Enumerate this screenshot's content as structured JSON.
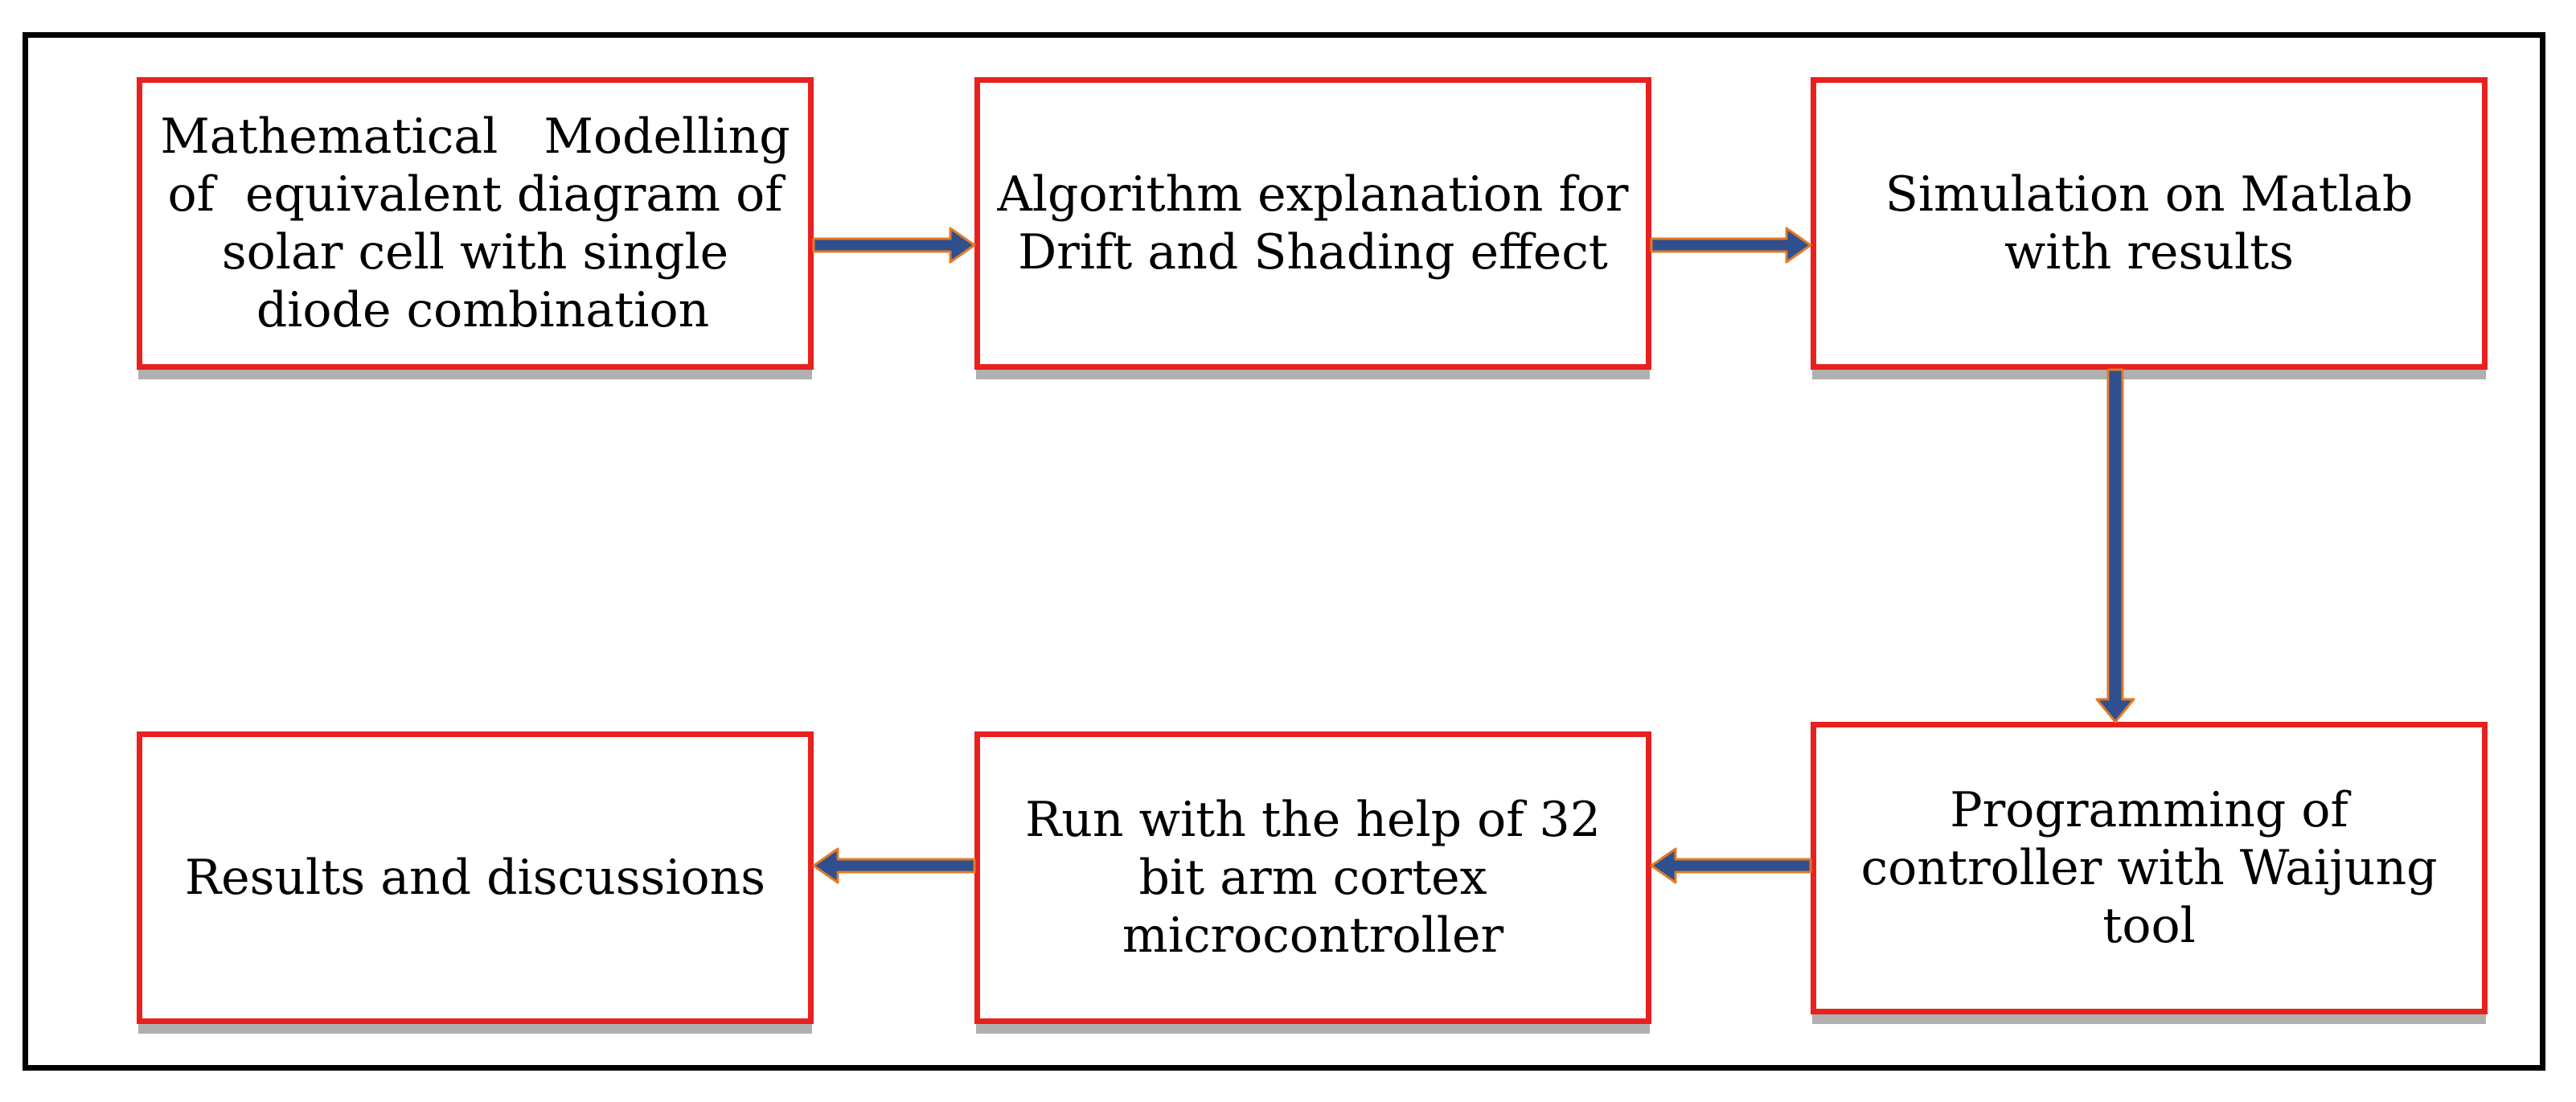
{
  "diagram": {
    "nodes": [
      {
        "id": "b1",
        "lines": [
          "Mathematical   Modelling",
          "of  equivalent diagram of",
          "solar cell with single",
          " diode combination"
        ]
      },
      {
        "id": "b2",
        "lines": [
          "Algorithm explanation for",
          "Drift and Shading effect"
        ]
      },
      {
        "id": "b3",
        "lines": [
          "Simulation on Matlab",
          "with results"
        ]
      },
      {
        "id": "b4",
        "lines": [
          "Programming of",
          "controller with Waijung",
          "tool"
        ]
      },
      {
        "id": "b5",
        "lines": [
          "Run with the help of 32",
          "bit arm cortex",
          "microcontroller"
        ]
      },
      {
        "id": "b6",
        "lines": [
          "Results and discussions"
        ]
      }
    ],
    "edges": [
      {
        "from": "b1",
        "to": "b2"
      },
      {
        "from": "b2",
        "to": "b3"
      },
      {
        "from": "b3",
        "to": "b4"
      },
      {
        "from": "b4",
        "to": "b5"
      },
      {
        "from": "b5",
        "to": "b6"
      }
    ],
    "colors": {
      "box_border": "#e8211f",
      "box_shadow": "#b0b0b0",
      "arrow_body": "#2f4f8f",
      "arrow_outline": "#e07b2a",
      "frame_border": "#000000"
    }
  }
}
